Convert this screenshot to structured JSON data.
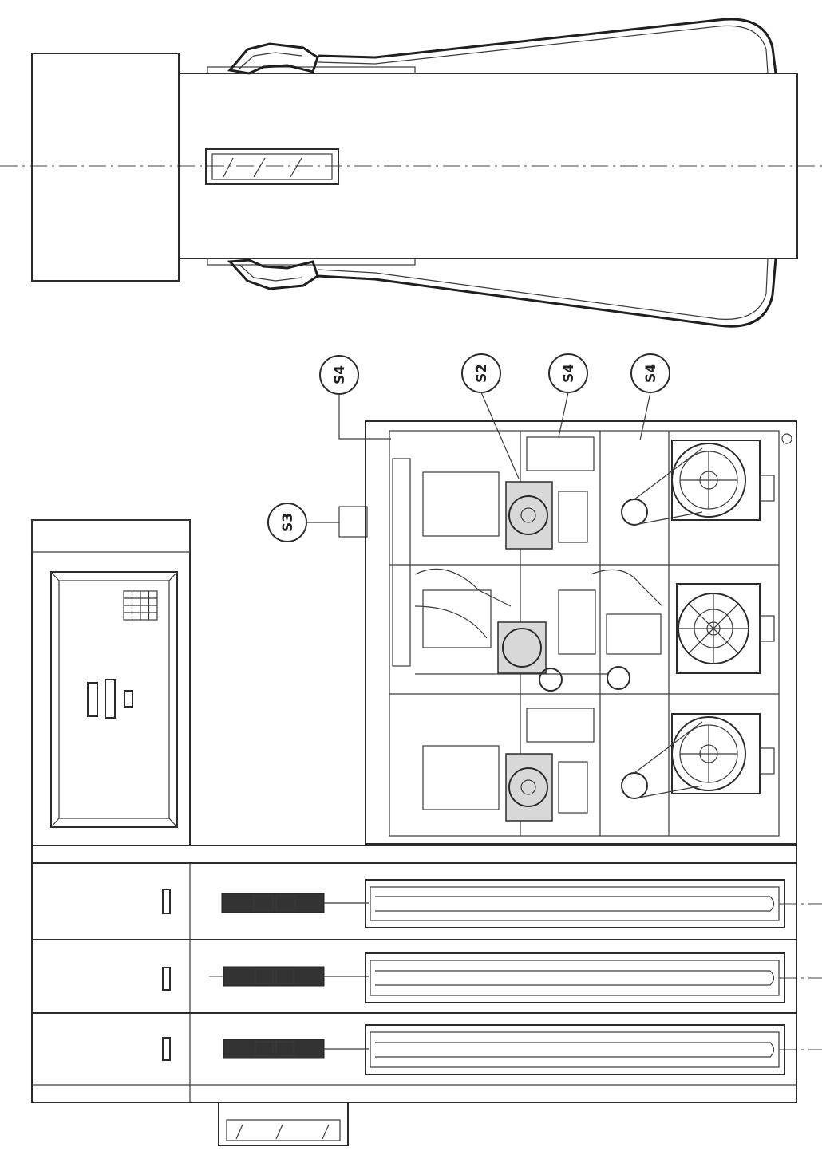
{
  "callouts": {
    "s4_a": "S4",
    "s2": "S2",
    "s4_b": "S4",
    "s4_c": "S4",
    "s3": "S3"
  },
  "colors": {
    "paper": "#ffffff",
    "ink": "#2b2b2b"
  }
}
